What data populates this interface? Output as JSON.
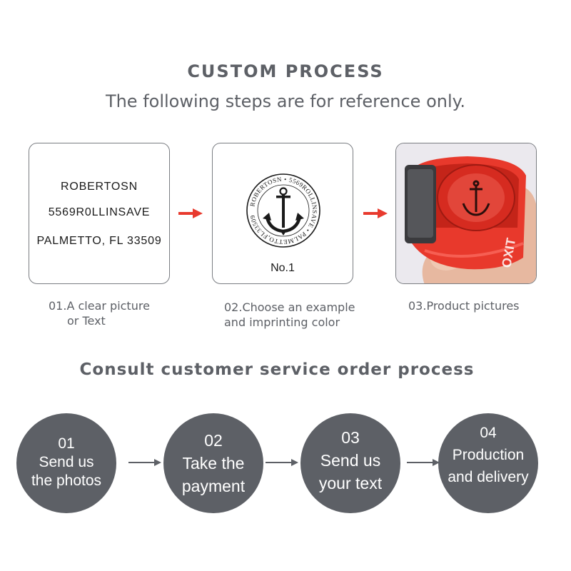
{
  "header": {
    "title": "CUSTOM PROCESS",
    "subtitle": "The following steps are for reference only."
  },
  "steps": [
    {
      "address_lines": [
        "ROBERTOSN",
        "5569R0LLINSAVE",
        "PALMETTO, FL  33509"
      ],
      "caption_line1": "01.A clear picture",
      "caption_line2": "or Text"
    },
    {
      "seal_text": "ROBERTOSN • 5569ROLLINSAVE • PALMETTO,FL33509",
      "label": "No.1",
      "caption_line1": "02.Choose an example",
      "caption_line2": "and imprinting color"
    },
    {
      "photo_text": "OXIT",
      "caption_line1": "03.Product pictures"
    }
  ],
  "consult": {
    "title": "Consult customer service order process",
    "steps": [
      {
        "number": "01",
        "line1": "Send us",
        "line2": "the photos"
      },
      {
        "number": "02",
        "line1": "Take the",
        "line2": "payment"
      },
      {
        "number": "03",
        "line1": "Send us",
        "line2": "your text"
      },
      {
        "number": "04",
        "line1": "Production",
        "line2": "and delivery"
      }
    ]
  },
  "colors": {
    "text_gray": "#5d6066",
    "circle_gray": "#5d6066",
    "arrow_red": "#e83a2e",
    "stamp_red": "#e8392c"
  }
}
